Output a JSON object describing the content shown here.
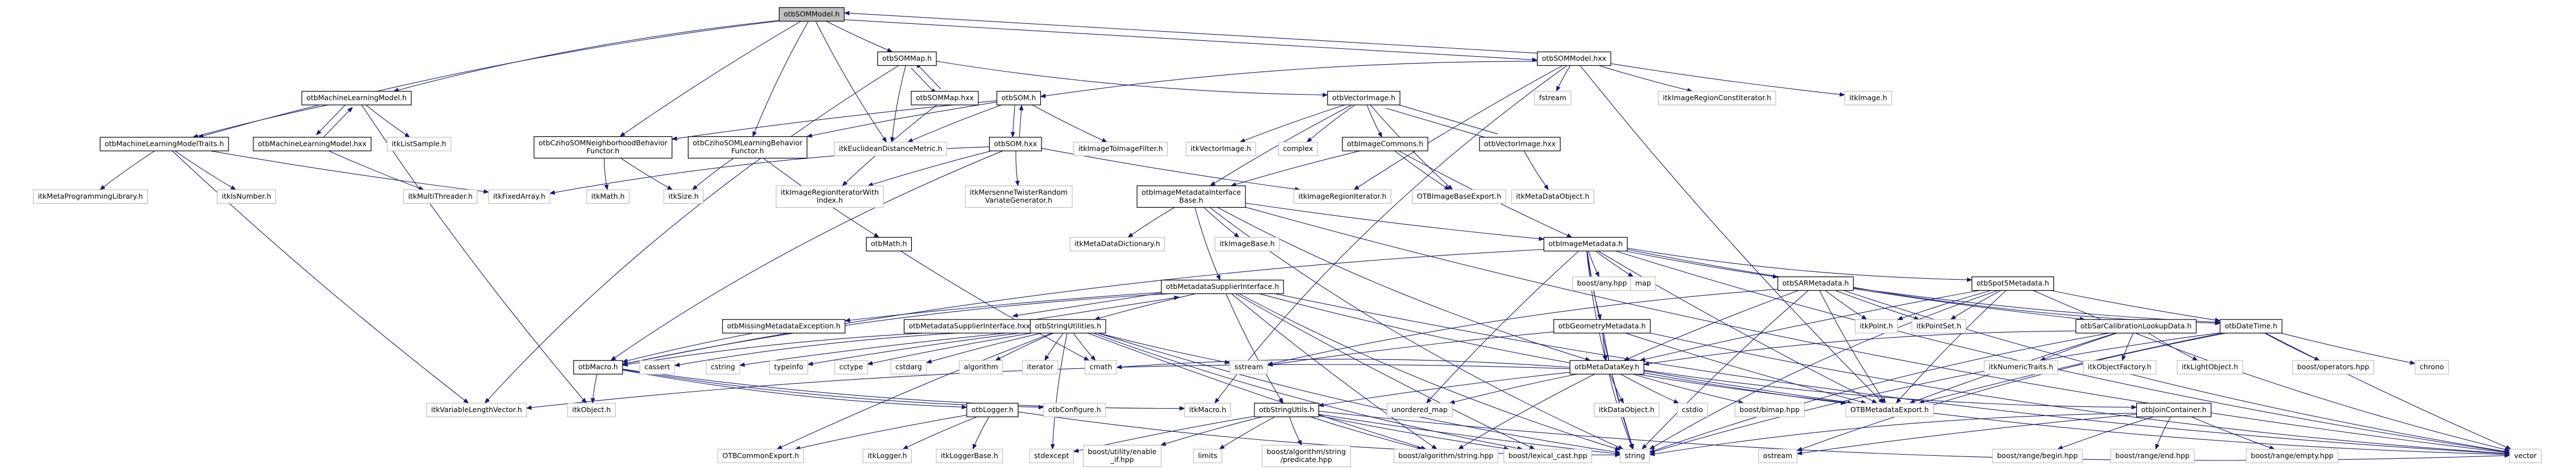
{
  "title": "otbSOMModel.h include dependency graph",
  "colors": {
    "edge": "#191970",
    "root_fill": "#bfbfbf",
    "internal_border": "#000000",
    "external_border": "#bfbfbf"
  },
  "nodes": [
    {
      "id": "root",
      "label": "otbSOMModel.h",
      "kind": "root"
    },
    {
      "id": "sommap",
      "label": "otbSOMMap.h",
      "kind": "internal"
    },
    {
      "id": "sommodelhxx",
      "label": "otbSOMModel.hxx",
      "kind": "internal"
    },
    {
      "id": "mlm",
      "label": "otbMachineLearningModel.h",
      "kind": "internal"
    },
    {
      "id": "sommaphxx",
      "label": "otbSOMMap.hxx",
      "kind": "internal"
    },
    {
      "id": "som",
      "label": "otbSOM.h",
      "kind": "internal"
    },
    {
      "id": "vecimg",
      "label": "otbVectorImage.h",
      "kind": "internal"
    },
    {
      "id": "fstream",
      "label": "fstream",
      "kind": "external"
    },
    {
      "id": "itkIRCI",
      "label": "itkImageRegionConstIterator.h",
      "kind": "external"
    },
    {
      "id": "itkImage",
      "label": "itkImage.h",
      "kind": "external"
    },
    {
      "id": "mlmtraits",
      "label": "otbMachineLearningModelTraits.h",
      "kind": "internal"
    },
    {
      "id": "mlmhxx",
      "label": "otbMachineLearningModel.hxx",
      "kind": "internal"
    },
    {
      "id": "itkListSample",
      "label": "itkListSample.h",
      "kind": "external"
    },
    {
      "id": "czNeigh",
      "label": "otbCzihoSOMNeighborhoodBehavior\nFunctor.h",
      "kind": "internal"
    },
    {
      "id": "czLearn",
      "label": "otbCzihoSOMLearningBehavior\nFunctor.h",
      "kind": "internal"
    },
    {
      "id": "itkEucl",
      "label": "itkEuclideanDistanceMetric.h",
      "kind": "external"
    },
    {
      "id": "somhxx",
      "label": "otbSOM.hxx",
      "kind": "internal"
    },
    {
      "id": "itkI2I",
      "label": "itkImageToImageFilter.h",
      "kind": "external"
    },
    {
      "id": "itkVecImg",
      "label": "itkVectorImage.h",
      "kind": "external"
    },
    {
      "id": "complex",
      "label": "complex",
      "kind": "external"
    },
    {
      "id": "imgcommons",
      "label": "otbImageCommons.h",
      "kind": "internal"
    },
    {
      "id": "vecimghxx",
      "label": "otbVectorImage.hxx",
      "kind": "internal"
    },
    {
      "id": "itkMPL",
      "label": "itkMetaProgrammingLibrary.h",
      "kind": "external"
    },
    {
      "id": "itkIsNumber",
      "label": "itkIsNumber.h",
      "kind": "external"
    },
    {
      "id": "itkMT",
      "label": "itkMultiThreader.h",
      "kind": "external"
    },
    {
      "id": "itkFixedArray",
      "label": "itkFixedArray.h",
      "kind": "external"
    },
    {
      "id": "itkMath",
      "label": "itkMath.h",
      "kind": "external"
    },
    {
      "id": "itkSize",
      "label": "itkSize.h",
      "kind": "external"
    },
    {
      "id": "itkIRIWI",
      "label": "itkImageRegionIteratorWith\nIndex.h",
      "kind": "external"
    },
    {
      "id": "itkMTRVG",
      "label": "itkMersenneTwisterRandom\nVariateGenerator.h",
      "kind": "external"
    },
    {
      "id": "imdib",
      "label": "otbImageMetadataInterface\nBase.h",
      "kind": "internal"
    },
    {
      "id": "itkIRI",
      "label": "itkImageRegionIterator.h",
      "kind": "external"
    },
    {
      "id": "otbIBExport",
      "label": "OTBImageBaseExport.h",
      "kind": "external"
    },
    {
      "id": "itkMDO",
      "label": "itkMetaDataObject.h",
      "kind": "external"
    },
    {
      "id": "otbMath",
      "label": "otbMath.h",
      "kind": "internal"
    },
    {
      "id": "itkMDD",
      "label": "itkMetaDataDictionary.h",
      "kind": "external"
    },
    {
      "id": "itkImageBase",
      "label": "itkImageBase.h",
      "kind": "external"
    },
    {
      "id": "imgmeta",
      "label": "otbImageMetadata.h",
      "kind": "internal"
    },
    {
      "id": "mdsi",
      "label": "otbMetadataSupplierInterface.h",
      "kind": "internal"
    },
    {
      "id": "boostany",
      "label": "boost/any.hpp",
      "kind": "external"
    },
    {
      "id": "map",
      "label": "map",
      "kind": "external"
    },
    {
      "id": "sarmeta",
      "label": "otbSARMetadata.h",
      "kind": "internal"
    },
    {
      "id": "spot5",
      "label": "otbSpot5Metadata.h",
      "kind": "internal"
    },
    {
      "id": "missing",
      "label": "otbMissingMetadataException.h",
      "kind": "internal"
    },
    {
      "id": "mdsihxx",
      "label": "otbMetadataSupplierInterface.hxx",
      "kind": "internal"
    },
    {
      "id": "strutilities",
      "label": "otbStringUtilities.h",
      "kind": "internal"
    },
    {
      "id": "geommeta",
      "label": "otbGeometryMetadata.h",
      "kind": "internal"
    },
    {
      "id": "itkPoint",
      "label": "itkPoint.h",
      "kind": "external"
    },
    {
      "id": "itkPointSet",
      "label": "itkPointSet.h",
      "kind": "external"
    },
    {
      "id": "sarcal",
      "label": "otbSarCalibrationLookupData.h",
      "kind": "internal"
    },
    {
      "id": "datetime",
      "label": "otbDateTime.h",
      "kind": "internal"
    },
    {
      "id": "macro",
      "label": "otbMacro.h",
      "kind": "internal"
    },
    {
      "id": "cassert",
      "label": "cassert",
      "kind": "external"
    },
    {
      "id": "cstring",
      "label": "cstring",
      "kind": "external"
    },
    {
      "id": "typeinfo",
      "label": "typeinfo",
      "kind": "external"
    },
    {
      "id": "cctype",
      "label": "cctype",
      "kind": "external"
    },
    {
      "id": "cstdarg",
      "label": "cstdarg",
      "kind": "external"
    },
    {
      "id": "algorithm",
      "label": "algorithm",
      "kind": "external"
    },
    {
      "id": "iterator",
      "label": "iterator",
      "kind": "external"
    },
    {
      "id": "cmath",
      "label": "cmath",
      "kind": "external"
    },
    {
      "id": "sstream",
      "label": "sstream",
      "kind": "external"
    },
    {
      "id": "mdkey",
      "label": "otbMetaDataKey.h",
      "kind": "internal"
    },
    {
      "id": "itkNT",
      "label": "itkNumericTraits.h",
      "kind": "external"
    },
    {
      "id": "itkOF",
      "label": "itkObjectFactory.h",
      "kind": "external"
    },
    {
      "id": "itkLO",
      "label": "itkLightObject.h",
      "kind": "external"
    },
    {
      "id": "boostops",
      "label": "boost/operators.hpp",
      "kind": "external"
    },
    {
      "id": "chrono",
      "label": "chrono",
      "kind": "external"
    },
    {
      "id": "itkVLV",
      "label": "itkVariableLengthVector.h",
      "kind": "external"
    },
    {
      "id": "itkObject",
      "label": "itkObject.h",
      "kind": "external"
    },
    {
      "id": "logger",
      "label": "otbLogger.h",
      "kind": "internal"
    },
    {
      "id": "configure",
      "label": "otbConfigure.h",
      "kind": "external"
    },
    {
      "id": "itkMacro",
      "label": "itkMacro.h",
      "kind": "external"
    },
    {
      "id": "strutils",
      "label": "otbStringUtils.h",
      "kind": "internal"
    },
    {
      "id": "umap",
      "label": "unordered_map",
      "kind": "external"
    },
    {
      "id": "itkDO",
      "label": "itkDataObject.h",
      "kind": "external"
    },
    {
      "id": "cstdio",
      "label": "cstdio",
      "kind": "external"
    },
    {
      "id": "bimap",
      "label": "boost/bimap.hpp",
      "kind": "external"
    },
    {
      "id": "mdexport",
      "label": "OTBMetadataExport.h",
      "kind": "external"
    },
    {
      "id": "joincont",
      "label": "otbJoinContainer.h",
      "kind": "internal"
    },
    {
      "id": "commonexport",
      "label": "OTBCommonExport.h",
      "kind": "external"
    },
    {
      "id": "itkLogger",
      "label": "itkLogger.h",
      "kind": "external"
    },
    {
      "id": "itkLoggerBase",
      "label": "itkLoggerBase.h",
      "kind": "external"
    },
    {
      "id": "stdexcept",
      "label": "stdexcept",
      "kind": "external"
    },
    {
      "id": "enableif",
      "label": "boost/utility/enable\n_if.hpp",
      "kind": "external"
    },
    {
      "id": "limits",
      "label": "limits",
      "kind": "external"
    },
    {
      "id": "predicate",
      "label": "boost/algorithm/string\n/predicate.hpp",
      "kind": "external"
    },
    {
      "id": "boostalgstr",
      "label": "boost/algorithm/string.hpp",
      "kind": "external"
    },
    {
      "id": "lexcast",
      "label": "boost/lexical_cast.hpp",
      "kind": "external"
    },
    {
      "id": "string",
      "label": "string",
      "kind": "external"
    },
    {
      "id": "ostream",
      "label": "ostream",
      "kind": "external"
    },
    {
      "id": "rbegin",
      "label": "boost/range/begin.hpp",
      "kind": "external"
    },
    {
      "id": "rend",
      "label": "boost/range/end.hpp",
      "kind": "external"
    },
    {
      "id": "rempty",
      "label": "boost/range/empty.hpp",
      "kind": "external"
    },
    {
      "id": "vector",
      "label": "vector",
      "kind": "external"
    }
  ],
  "edges": [
    [
      "root",
      "sommap"
    ],
    [
      "root",
      "sommodelhxx"
    ],
    [
      "root",
      "mlm"
    ],
    [
      "root",
      "mlmtraits"
    ],
    [
      "root",
      "czNeigh"
    ],
    [
      "root",
      "czLearn"
    ],
    [
      "root",
      "itkEucl"
    ],
    [
      "sommodelhxx",
      "root"
    ],
    [
      "sommodelhxx",
      "som"
    ],
    [
      "sommodelhxx",
      "fstream"
    ],
    [
      "sommodelhxx",
      "itkIRCI"
    ],
    [
      "sommodelhxx",
      "itkImage"
    ],
    [
      "sommodelhxx",
      "itkIRI"
    ],
    [
      "sommodelhxx",
      "itkMacro"
    ],
    [
      "sommodelhxx",
      "mdexport"
    ],
    [
      "sommap",
      "sommaphxx"
    ],
    [
      "sommap",
      "itkEucl"
    ],
    [
      "sommap",
      "vecimg"
    ],
    [
      "sommap",
      "itkVLV"
    ],
    [
      "sommaphxx",
      "sommap"
    ],
    [
      "sommaphxx",
      "itkIRIWI"
    ],
    [
      "mlm",
      "mlmtraits"
    ],
    [
      "mlm",
      "mlmhxx"
    ],
    [
      "mlm",
      "itkListSample"
    ],
    [
      "mlm",
      "itkObject"
    ],
    [
      "mlmhxx",
      "mlm"
    ],
    [
      "mlmhxx",
      "itkMT"
    ],
    [
      "mlmtraits",
      "itkMPL"
    ],
    [
      "mlmtraits",
      "itkIsNumber"
    ],
    [
      "mlmtraits",
      "itkFixedArray"
    ],
    [
      "mlmtraits",
      "itkVLV"
    ],
    [
      "som",
      "somhxx"
    ],
    [
      "som",
      "czNeigh"
    ],
    [
      "som",
      "czLearn"
    ],
    [
      "som",
      "itkEucl"
    ],
    [
      "som",
      "itkI2I"
    ],
    [
      "somhxx",
      "som"
    ],
    [
      "somhxx",
      "itkIRIWI"
    ],
    [
      "somhxx",
      "itkMTRVG"
    ],
    [
      "somhxx",
      "itkIRI"
    ],
    [
      "somhxx",
      "itkFixedArray"
    ],
    [
      "somhxx",
      "macro"
    ],
    [
      "czNeigh",
      "itkMath"
    ],
    [
      "czNeigh",
      "itkSize"
    ],
    [
      "czLearn",
      "itkSize"
    ],
    [
      "czLearn",
      "otbMath"
    ],
    [
      "otbMath",
      "cmath"
    ],
    [
      "vecimg",
      "itkVecImg"
    ],
    [
      "vecimg",
      "complex"
    ],
    [
      "vecimg",
      "imgcommons"
    ],
    [
      "vecimg",
      "vecimghxx"
    ],
    [
      "vecimg",
      "otbIBExport"
    ],
    [
      "vecimg",
      "imdib"
    ],
    [
      "vecimghxx",
      "vecimg"
    ],
    [
      "vecimghxx",
      "itkMDO"
    ],
    [
      "imgcommons",
      "imdib"
    ],
    [
      "imgcommons",
      "otbIBExport"
    ],
    [
      "imgcommons",
      "imgmeta"
    ],
    [
      "imdib",
      "itkMDD"
    ],
    [
      "imdib",
      "itkImageBase"
    ],
    [
      "imdib",
      "mdsi"
    ],
    [
      "imdib",
      "imgmeta"
    ],
    [
      "imdib",
      "string"
    ],
    [
      "imdib",
      "vector"
    ],
    [
      "imdib",
      "mdkey"
    ],
    [
      "imgmeta",
      "boostany"
    ],
    [
      "imgmeta",
      "map"
    ],
    [
      "imgmeta",
      "sarmeta"
    ],
    [
      "imgmeta",
      "spot5"
    ],
    [
      "imgmeta",
      "geommeta"
    ],
    [
      "imgmeta",
      "mdkey"
    ],
    [
      "imgmeta",
      "macro"
    ],
    [
      "imgmeta",
      "mdexport"
    ],
    [
      "imgmeta",
      "string"
    ],
    [
      "imgmeta",
      "vector"
    ],
    [
      "imgmeta",
      "umap"
    ],
    [
      "imgmeta",
      "datetime"
    ],
    [
      "mdsi",
      "mdsihxx"
    ],
    [
      "mdsi",
      "missing"
    ],
    [
      "mdsi",
      "strutilities"
    ],
    [
      "mdsi",
      "macro"
    ],
    [
      "mdsi",
      "mdexport"
    ],
    [
      "mdsi",
      "string"
    ],
    [
      "mdsi",
      "vector"
    ],
    [
      "mdsi",
      "strutils"
    ],
    [
      "mdsi",
      "lexcast"
    ],
    [
      "mdsi",
      "boostalgstr"
    ],
    [
      "mdsihxx",
      "mdsi"
    ],
    [
      "missing",
      "macro"
    ],
    [
      "strutilities",
      "macro"
    ],
    [
      "strutilities",
      "cassert"
    ],
    [
      "strutilities",
      "cstring"
    ],
    [
      "strutilities",
      "typeinfo"
    ],
    [
      "strutilities",
      "cctype"
    ],
    [
      "strutilities",
      "cstdarg"
    ],
    [
      "strutilities",
      "algorithm"
    ],
    [
      "strutilities",
      "iterator"
    ],
    [
      "strutilities",
      "cmath"
    ],
    [
      "strutilities",
      "sstream"
    ],
    [
      "strutilities",
      "stdexcept"
    ],
    [
      "strutilities",
      "commonexport"
    ],
    [
      "strutilities",
      "string"
    ],
    [
      "strutilities",
      "boostalgstr"
    ],
    [
      "strutilities",
      "lexcast"
    ],
    [
      "sarmeta",
      "itkPoint"
    ],
    [
      "sarmeta",
      "itkPointSet"
    ],
    [
      "sarmeta",
      "sarcal"
    ],
    [
      "sarmeta",
      "mdkey"
    ],
    [
      "sarmeta",
      "datetime"
    ],
    [
      "sarmeta",
      "string"
    ],
    [
      "sarmeta",
      "vector"
    ],
    [
      "sarmeta",
      "mdexport"
    ],
    [
      "sarmeta",
      "sstream"
    ],
    [
      "spot5",
      "itkPoint"
    ],
    [
      "spot5",
      "itkPointSet"
    ],
    [
      "spot5",
      "mdkey"
    ],
    [
      "spot5",
      "datetime"
    ],
    [
      "spot5",
      "string"
    ],
    [
      "spot5",
      "vector"
    ],
    [
      "spot5",
      "mdexport"
    ],
    [
      "geommeta",
      "mdkey"
    ],
    [
      "geommeta",
      "sstream"
    ],
    [
      "geommeta",
      "string"
    ],
    [
      "geommeta",
      "mdexport"
    ],
    [
      "geommeta",
      "vector"
    ],
    [
      "sarcal",
      "itkNT"
    ],
    [
      "sarcal",
      "itkOF"
    ],
    [
      "sarcal",
      "itkLO"
    ],
    [
      "sarcal",
      "mdexport"
    ],
    [
      "sarcal",
      "string"
    ],
    [
      "sarcal",
      "mdkey"
    ],
    [
      "datetime",
      "boostops"
    ],
    [
      "datetime",
      "chrono"
    ],
    [
      "datetime",
      "mdexport"
    ],
    [
      "datetime",
      "string"
    ],
    [
      "datetime",
      "vector"
    ],
    [
      "datetime",
      "ostream"
    ],
    [
      "macro",
      "itkObject"
    ],
    [
      "macro",
      "logger"
    ],
    [
      "macro",
      "configure"
    ],
    [
      "macro",
      "itkMacro"
    ],
    [
      "logger",
      "commonexport"
    ],
    [
      "logger",
      "itkLogger"
    ],
    [
      "logger",
      "itkLoggerBase"
    ],
    [
      "logger",
      "string"
    ],
    [
      "mdkey",
      "itkDO"
    ],
    [
      "mdkey",
      "cstdio"
    ],
    [
      "mdkey",
      "bimap"
    ],
    [
      "mdkey",
      "mdexport"
    ],
    [
      "mdkey",
      "umap"
    ],
    [
      "mdkey",
      "strutils"
    ],
    [
      "mdkey",
      "boostalgstr"
    ],
    [
      "mdkey",
      "joincont"
    ],
    [
      "mdkey",
      "string"
    ],
    [
      "mdkey",
      "vector"
    ],
    [
      "mdkey",
      "itkVLV"
    ],
    [
      "mdkey",
      "cmath"
    ],
    [
      "strutils",
      "stdexcept"
    ],
    [
      "strutils",
      "enableif"
    ],
    [
      "strutils",
      "limits"
    ],
    [
      "strutils",
      "predicate"
    ],
    [
      "strutils",
      "boostalgstr"
    ],
    [
      "strutils",
      "lexcast"
    ],
    [
      "strutils",
      "string"
    ],
    [
      "strutils",
      "vector"
    ],
    [
      "joincont",
      "rbegin"
    ],
    [
      "joincont",
      "rend"
    ],
    [
      "joincont",
      "rempty"
    ],
    [
      "joincont",
      "ostream"
    ],
    [
      "joincont",
      "string"
    ]
  ]
}
